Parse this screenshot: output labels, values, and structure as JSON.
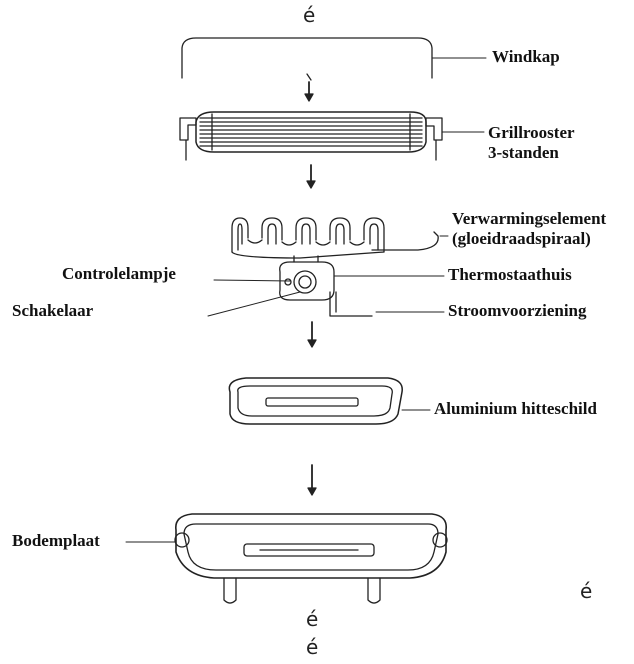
{
  "diagram": {
    "labels": {
      "windkap": "Windkap",
      "grillrooster_1": "Grillrooster",
      "grillrooster_2": "3-standen",
      "verwarming_1": "Verwarmingselement",
      "verwarming_2": "(gloeidraadspiraal)",
      "controlelampje": "Controlelampje",
      "thermostaathuis": "Thermostaathuis",
      "schakelaar": "Schakelaar",
      "stroomvoorziening": "Stroomvoorziening",
      "hitteschild": "Aluminium hitteschild",
      "bodemplaat": "Bodemplaat"
    },
    "stray_glyphs": [
      "é",
      "é",
      "é",
      "é"
    ],
    "colors": {
      "line": "#222222",
      "text": "#111111",
      "background": "#ffffff"
    }
  }
}
